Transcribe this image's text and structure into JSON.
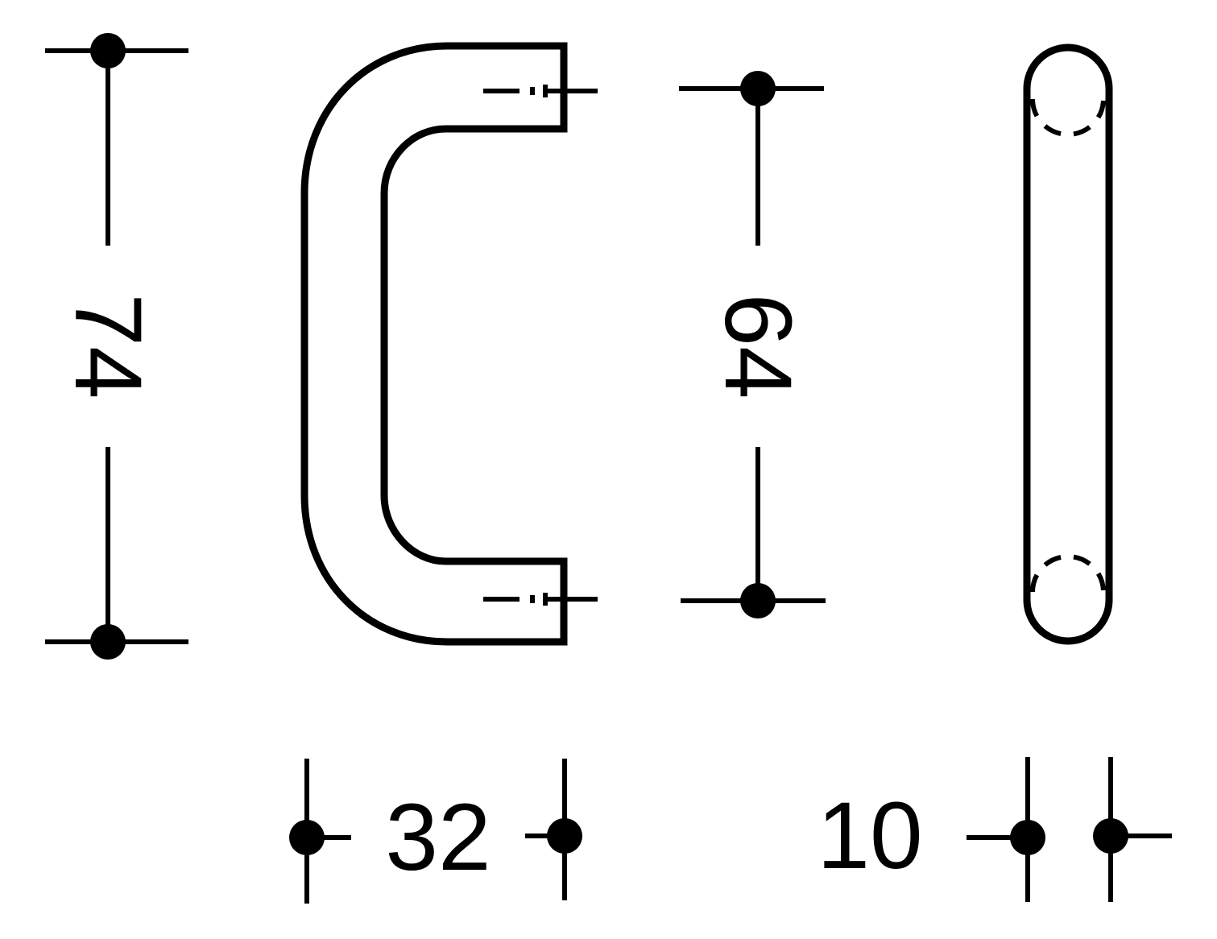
{
  "colors": {
    "line": "#000000",
    "background": "#ffffff"
  },
  "dimensions": {
    "outer_height": "74",
    "hole_spacing": "64",
    "depth": "32",
    "diameter": "10"
  }
}
